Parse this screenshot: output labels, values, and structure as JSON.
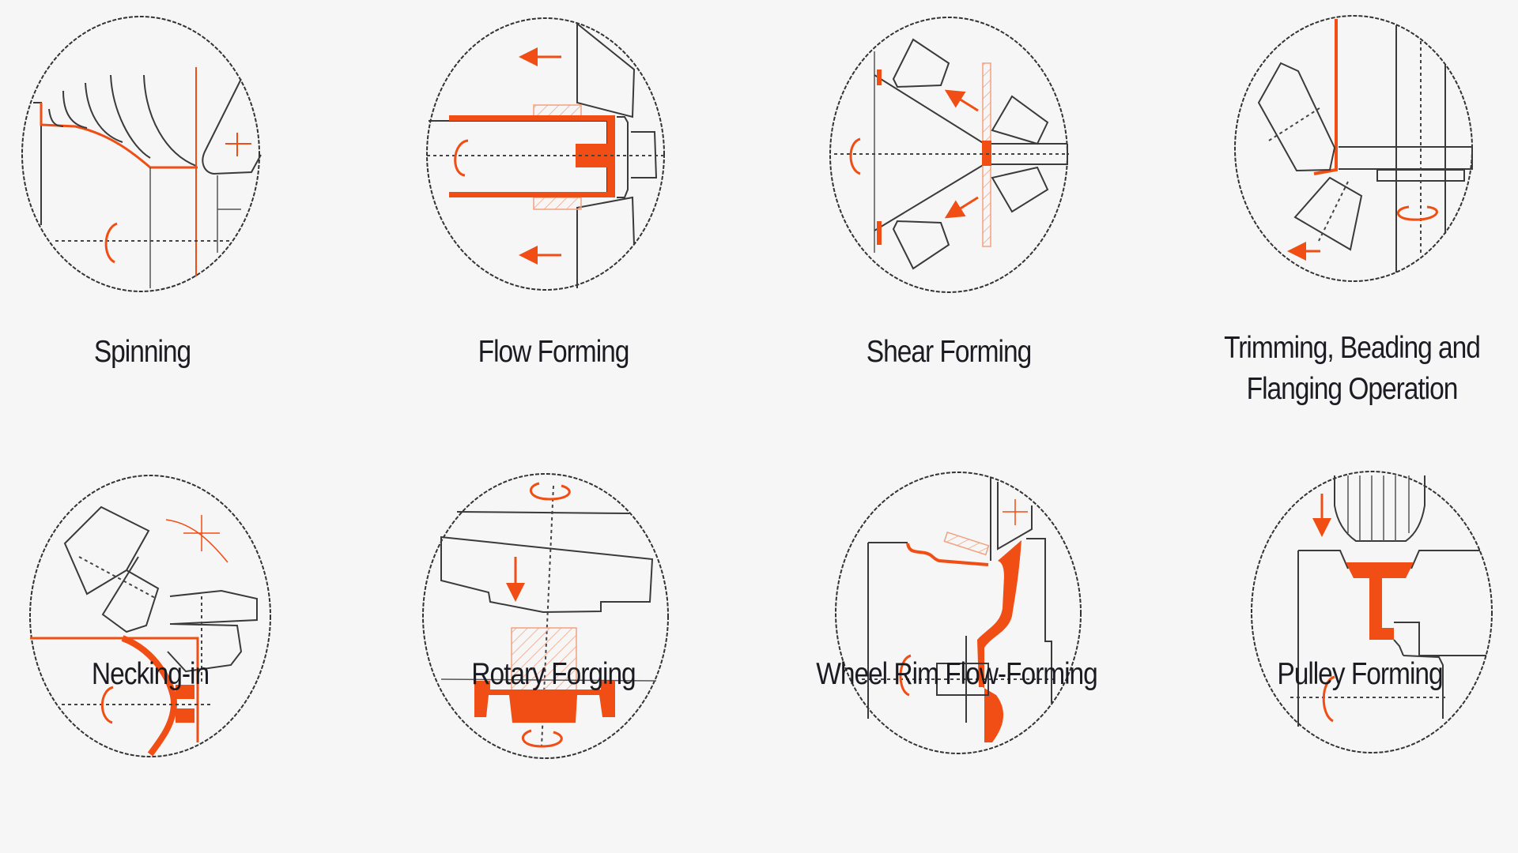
{
  "colors": {
    "background": "#f6f6f6",
    "accent_orange": "#f04e14",
    "line_dark": "#333333",
    "label_text": "#1b1b22"
  },
  "processes": [
    {
      "id": "spinning",
      "label_lines": [
        "Spinning"
      ]
    },
    {
      "id": "flow-forming",
      "label_lines": [
        "Flow Forming"
      ]
    },
    {
      "id": "shear-forming",
      "label_lines": [
        "Shear Forming"
      ]
    },
    {
      "id": "trimming-beading-flanging",
      "label_lines": [
        "Trimming, Beading and",
        "Flanging Operation"
      ]
    },
    {
      "id": "necking-in",
      "label_lines": [
        "Necking-in"
      ]
    },
    {
      "id": "rotary-forging",
      "label_lines": [
        "Rotary Forging"
      ]
    },
    {
      "id": "wheel-rim-flow-forming",
      "label_lines": [
        "Wheel Rim Flow-Forming"
      ]
    },
    {
      "id": "pulley-forming",
      "label_lines": [
        "Pulley Forming"
      ]
    }
  ],
  "icons": {
    "rotation": "rotation-arrow-icon",
    "direction": "direction-arrow-icon",
    "feed_cross": "feed-cross-icon"
  }
}
